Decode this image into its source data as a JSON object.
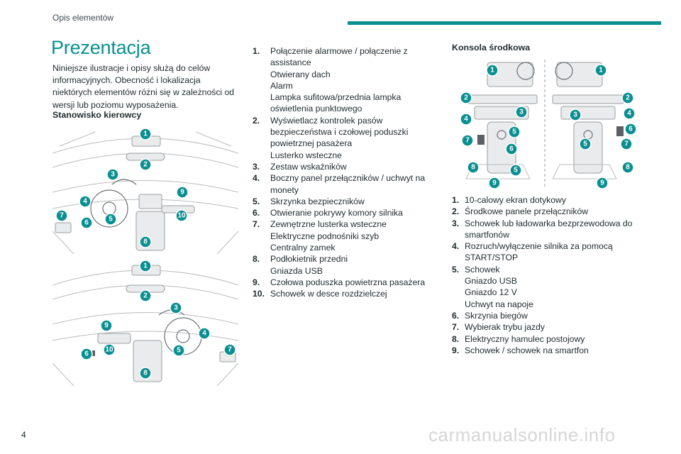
{
  "header": {
    "section": "Opis elementów"
  },
  "page": {
    "number": "4",
    "watermark": "carmanualsonline.info"
  },
  "title": "Prezentacja",
  "intro": "Niniejsze ilustracje i opisy służą do celów informacyjnych. Obecność i lokalizacja niektórych elementów różni się w zależności od wersji lub poziomu wyposażenia.",
  "driver_station": {
    "heading": "Stanowisko kierowcy",
    "items": [
      {
        "num": "1.",
        "lines": [
          "Połączenie alarmowe / połączenie z assistance",
          "Otwierany dach",
          "Alarm",
          "Lampka sufitowa/przednia lampka oświetlenia punktowego"
        ]
      },
      {
        "num": "2.",
        "lines": [
          "Wyświetlacz kontrolek pasów bezpieczeństwa i czołowej poduszki powietrznej pasażera",
          "Lusterko wsteczne"
        ]
      },
      {
        "num": "3.",
        "lines": [
          "Zestaw wskaźników"
        ]
      },
      {
        "num": "4.",
        "lines": [
          "Boczny panel przełączników / uchwyt na monety"
        ]
      },
      {
        "num": "5.",
        "lines": [
          "Skrzynka bezpieczników"
        ]
      },
      {
        "num": "6.",
        "lines": [
          "Otwieranie pokrywy komory silnika"
        ]
      },
      {
        "num": "7.",
        "lines": [
          "Zewnętrzne lusterka wsteczne",
          "Elektryczne podnośniki szyb",
          "Centralny zamek"
        ]
      },
      {
        "num": "8.",
        "lines": [
          "Podłokietnik przedni",
          "Gniazda USB"
        ]
      },
      {
        "num": "9.",
        "lines": [
          "Czołowa poduszka powietrzna pasażera"
        ]
      },
      {
        "num": "10.",
        "lines": [
          "Schowek w desce rozdzielczej"
        ]
      }
    ]
  },
  "center_console": {
    "heading": "Konsola środkowa",
    "items": [
      {
        "num": "1.",
        "lines": [
          "10-calowy ekran dotykowy"
        ]
      },
      {
        "num": "2.",
        "lines": [
          "Środkowe panele przełączników"
        ]
      },
      {
        "num": "3.",
        "lines": [
          "Schowek lub ładowarka bezprzewodowa do smartfonów"
        ]
      },
      {
        "num": "4.",
        "lines": [
          "Rozruch/wyłączenie silnika za pomocą START/STOP"
        ]
      },
      {
        "num": "5.",
        "lines": [
          "Schowek",
          "Gniazdo USB",
          "Gniazdo 12 V",
          "Uchwyt na napoje"
        ]
      },
      {
        "num": "6.",
        "lines": [
          "Skrzynia biegów"
        ]
      },
      {
        "num": "7.",
        "lines": [
          "Wybierak trybu jazdy"
        ]
      },
      {
        "num": "8.",
        "lines": [
          "Elektryczny hamulec postojowy"
        ]
      },
      {
        "num": "9.",
        "lines": [
          "Schowek / schowek na smartfon"
        ]
      }
    ]
  },
  "figures": {
    "dashboard_lhd_markers": [
      "1",
      "2",
      "3",
      "4",
      "5",
      "6",
      "7",
      "8",
      "9",
      "10"
    ],
    "dashboard_rhd_markers": [
      "1",
      "2",
      "3",
      "4",
      "5",
      "6",
      "7",
      "8",
      "9",
      "10"
    ],
    "console_lhd_markers": [
      "1",
      "2",
      "3",
      "4",
      "5",
      "6",
      "7",
      "8",
      "5",
      "9"
    ],
    "console_rhd_markers": [
      "1",
      "2",
      "3",
      "4",
      "6",
      "5",
      "7",
      "8",
      "9"
    ]
  },
  "colors": {
    "accent": "#0a8f91",
    "text": "#1f2a2e",
    "watermark": "#d6d6d6"
  }
}
